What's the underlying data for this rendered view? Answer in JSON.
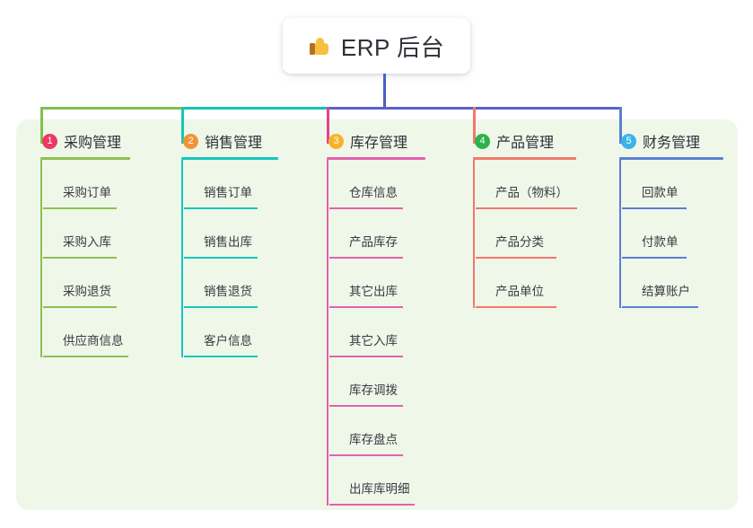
{
  "root": {
    "icon": "thumbs-up-icon",
    "title": "ERP 后台",
    "stem_color": "#4a5fc1"
  },
  "canvas": {
    "panel_color": "#eff7e9",
    "background": "#ffffff"
  },
  "trunk": {
    "segments": [
      {
        "name": "trunk-segment-green",
        "color": "#7ec24c"
      },
      {
        "name": "trunk-segment-teal",
        "color": "#14c3b2"
      },
      {
        "name": "trunk-segment-blue",
        "color": "#5a62c8"
      }
    ]
  },
  "branches": [
    {
      "number": "1",
      "label": "采购管理",
      "badge_color": "#ea3a60",
      "line_color": "#8cc152",
      "drop_color": "#7ec24c",
      "rule_width": 100,
      "items": [
        {
          "label": "采购订单",
          "rule_width": 82
        },
        {
          "label": "采购入库",
          "rule_width": 82
        },
        {
          "label": "采购退货",
          "rule_width": 82
        },
        {
          "label": "供应商信息",
          "rule_width": 95
        }
      ]
    },
    {
      "number": "2",
      "label": "销售管理",
      "badge_color": "#f29339",
      "line_color": "#17c6bb",
      "drop_color": "#17c6bb",
      "rule_width": 108,
      "items": [
        {
          "label": "销售订单",
          "rule_width": 82
        },
        {
          "label": "销售出库",
          "rule_width": 82
        },
        {
          "label": "销售退货",
          "rule_width": 82
        },
        {
          "label": "客户信息",
          "rule_width": 82
        }
      ]
    },
    {
      "number": "3",
      "label": "库存管理",
      "badge_color": "#f5b32c",
      "line_color": "#e361ae",
      "drop_color": "#e8408b",
      "rule_width": 110,
      "items": [
        {
          "label": "仓库信息",
          "rule_width": 82
        },
        {
          "label": "产品库存",
          "rule_width": 82
        },
        {
          "label": "其它出库",
          "rule_width": 82
        },
        {
          "label": "其它入库",
          "rule_width": 82
        },
        {
          "label": "库存调拨",
          "rule_width": 82
        },
        {
          "label": "库存盘点",
          "rule_width": 82
        },
        {
          "label": "出库库明细",
          "rule_width": 95
        }
      ]
    },
    {
      "number": "4",
      "label": "产品管理",
      "badge_color": "#2bb24c",
      "line_color": "#f2796b",
      "drop_color": "#f2796b",
      "rule_width": 115,
      "items": [
        {
          "label": "产品（物料）",
          "rule_width": 113
        },
        {
          "label": "产品分类",
          "rule_width": 90
        },
        {
          "label": "产品单位",
          "rule_width": 90
        }
      ]
    },
    {
      "number": "5",
      "label": "财务管理",
      "badge_color": "#39b5e8",
      "line_color": "#5a7fd4",
      "drop_color": "#5a7fd4",
      "rule_width": 116,
      "items": [
        {
          "label": "回款单",
          "rule_width": 72
        },
        {
          "label": "付款单",
          "rule_width": 72
        },
        {
          "label": "结算账户",
          "rule_width": 85
        }
      ]
    }
  ]
}
